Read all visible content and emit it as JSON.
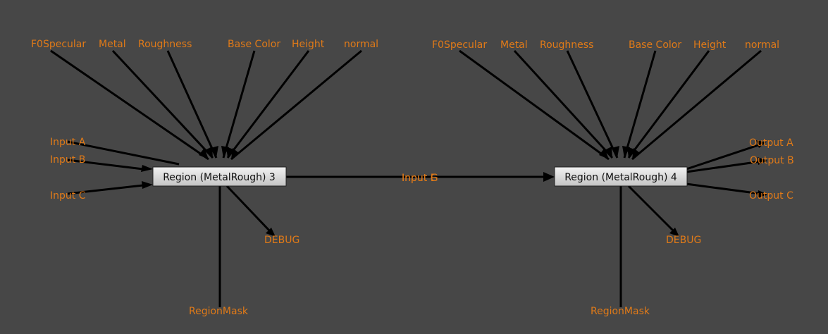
{
  "colors": {
    "background": "#474747",
    "label": "#e07a18",
    "wire": "#000000",
    "node_fill_top": "#f2f2f2",
    "node_fill_bottom": "#c4c4c4",
    "node_border": "#222222"
  },
  "nodes": {
    "node3": {
      "title": "Region (MetalRough) 3"
    },
    "node4": {
      "title": "Region (MetalRough) 4"
    }
  },
  "ports": {
    "n3_f0specular": "F0Specular",
    "n3_metal": "Metal",
    "n3_roughness": "Roughness",
    "n3_basecolor": "Base Color",
    "n3_height": "Height",
    "n3_normal": "normal",
    "n3_input_a": "Input A",
    "n3_input_b": "Input B",
    "n3_input_c": "Input C",
    "n3_debug": "DEBUG",
    "n3_regionmask": "RegionMask",
    "link_label_a": "Input E",
    "link_label_b": "Input G",
    "n4_f0specular": "F0Specular",
    "n4_metal": "Metal",
    "n4_roughness": "Roughness",
    "n4_basecolor": "Base Color",
    "n4_height": "Height",
    "n4_normal": "normal",
    "n4_output_a": "Output A",
    "n4_output_b": "Output B",
    "n4_output_c": "Output C",
    "n4_debug": "DEBUG",
    "n4_regionmask": "RegionMask"
  }
}
